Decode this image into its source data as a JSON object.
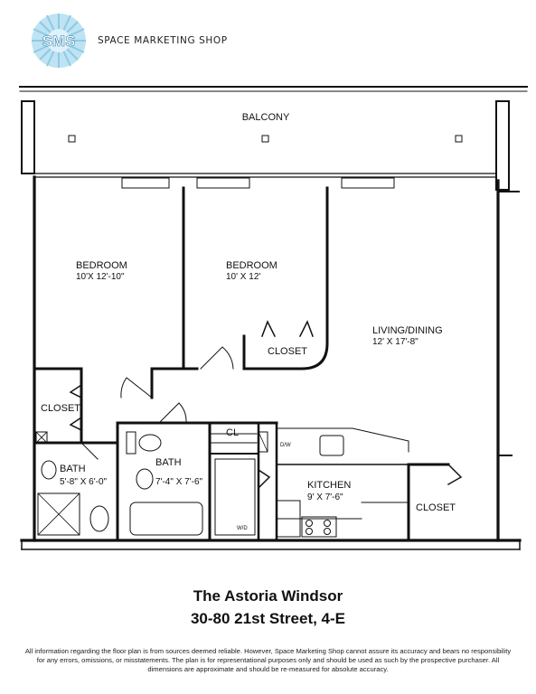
{
  "header": {
    "logo_text": "SMS",
    "brand_name": "SPACE MARKETING SHOP"
  },
  "plan": {
    "balcony": "BALCONY",
    "bedroom1": {
      "name": "BEDROOM",
      "dims": "10'X 12'-10\""
    },
    "bedroom2": {
      "name": "BEDROOM",
      "dims": "10' X 12'"
    },
    "living": {
      "name": "LIVING/DINING",
      "dims": "12' X 17'-8\""
    },
    "closet1": "CLOSET",
    "closet2": "CLOSET",
    "closet3": "CLOSET",
    "cl": "CL",
    "bath1": {
      "name": "BATH",
      "dims": "5'-8\" X 6'-0\""
    },
    "bath2": {
      "name": "BATH",
      "dims": "7'-4\" X 7'-6\""
    },
    "kitchen": {
      "name": "KITCHEN",
      "dims": "9' X 7'-6\""
    },
    "dw": "D/W",
    "wd": "W/D"
  },
  "footer": {
    "building": "The Astoria Windsor",
    "address": "30-80 21st Street, 4-E",
    "disclaimer": "All information regarding the floor plan is from sources deemed reliable. However, Space Marketing Shop cannot assure its accuracy and bears no responsibility for any errors, omissions, or misstatements. The plan is for representational purposes only and should be used as such by the prospective purchaser. All dimensions are approximate and should be re-measured for absolute accuracy."
  }
}
